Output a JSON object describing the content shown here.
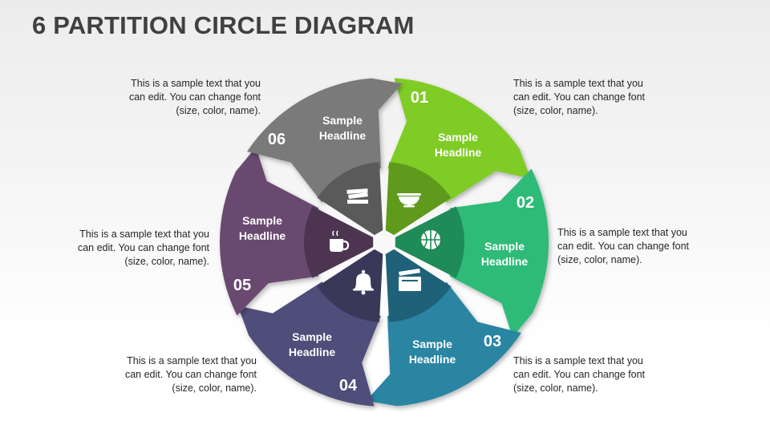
{
  "title": "6 PARTITION CIRCLE DIAGRAM",
  "segments": [
    {
      "number": "01",
      "headline_line1": "Sample",
      "headline_line2": "Headline",
      "color": "#80cc28",
      "inner_color": "#5f9a1c",
      "icon": "bowl-icon",
      "description": [
        "This is a sample text that you",
        "can edit. You can change font",
        "(size, color, name)."
      ]
    },
    {
      "number": "02",
      "headline_line1": "Sample",
      "headline_line2": "Headline",
      "color": "#2dbb78",
      "inner_color": "#1f8b58",
      "icon": "basketball-icon",
      "description": [
        "This is a sample text that you",
        "can edit. You can change font",
        "(size, color, name)."
      ]
    },
    {
      "number": "03",
      "headline_line1": "Sample",
      "headline_line2": "Headline",
      "color": "#2c85a3",
      "inner_color": "#1f6178",
      "icon": "clapperboard-icon",
      "description": [
        "This is a sample text that you",
        "can edit. You can change font",
        "(size, color, name)."
      ]
    },
    {
      "number": "04",
      "headline_line1": "Sample",
      "headline_line2": "Headline",
      "color": "#4f4d7a",
      "inner_color": "#3a3859",
      "icon": "bell-icon",
      "description": [
        "This is a sample text that you",
        "can edit. You can change font",
        "(size, color, name)."
      ]
    },
    {
      "number": "05",
      "headline_line1": "Sample",
      "headline_line2": "Headline",
      "color": "#6a4a70",
      "inner_color": "#4d3552",
      "icon": "coffee-cup-icon",
      "description": [
        "This is a sample text that you",
        "can edit. You can change font",
        "(size, color, name)."
      ]
    },
    {
      "number": "06",
      "headline_line1": "Sample",
      "headline_line2": "Headline",
      "color": "#7a7a7a",
      "inner_color": "#5a5a5a",
      "icon": "books-icon",
      "description": [
        "This is a sample text that you",
        "can edit. You can change font",
        "(size, color, name)."
      ]
    }
  ]
}
